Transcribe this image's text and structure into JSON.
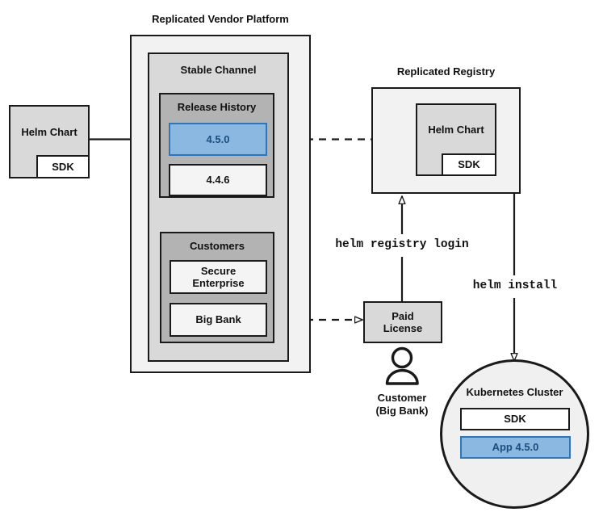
{
  "diagram": {
    "title_vendor_platform": "Replicated Vendor Platform",
    "title_registry": "Replicated Registry",
    "source": {
      "helm_chart": "Helm Chart",
      "sdk": "SDK"
    },
    "vendor_platform": {
      "stable_channel": "Stable Channel",
      "release_history": {
        "label": "Release History",
        "releases": [
          {
            "version": "4.5.0",
            "highlighted": true
          },
          {
            "version": "4.4.6",
            "highlighted": false
          }
        ]
      },
      "customers": {
        "label": "Customers",
        "items": [
          {
            "name": "Secure\nEnterprise"
          },
          {
            "name": "Big Bank"
          }
        ]
      }
    },
    "registry": {
      "helm_chart": "Helm Chart",
      "sdk": "SDK"
    },
    "license": {
      "label": "Paid\nLicense"
    },
    "customer_actor": {
      "line1": "Customer",
      "line2": "(Big Bank)"
    },
    "cluster": {
      "label": "Kubernetes Cluster",
      "sdk": "SDK",
      "app": "App 4.5.0"
    },
    "commands": {
      "registry_login": "helm registry login",
      "install": "helm install"
    },
    "colors": {
      "highlight_blue_fill": "#8ab8e0",
      "highlight_blue_border": "#2e76b8",
      "highlight_blue_text": "#1b4e80",
      "outer_fill": "#f2f2f2",
      "channel_fill": "#d9d9d9",
      "group_fill": "#b3b3b3",
      "stroke": "#1a1a1a"
    }
  }
}
